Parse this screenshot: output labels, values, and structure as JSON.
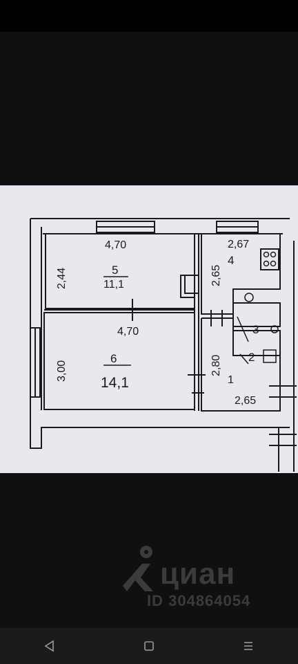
{
  "plan": {
    "room5": {
      "number": "5",
      "area": "11,1",
      "width": "4,70",
      "depth": "2,44"
    },
    "room6": {
      "number": "6",
      "area": "14,1",
      "width": "4,70",
      "depth": "3,00"
    },
    "room4": {
      "number": "4",
      "width": "2,67",
      "depth": "2,65"
    },
    "room3": {
      "number": "3"
    },
    "room2": {
      "number": "2"
    },
    "room1": {
      "number": "1",
      "width": "2,65",
      "depth": "2,80"
    }
  },
  "watermark": {
    "brand": "циан",
    "listing_id": "ID 304864054",
    "logo_icon": "location-pin-person-icon"
  },
  "navigation": {
    "back_icon": "back-triangle-icon",
    "home_icon": "home-square-icon",
    "recents_icon": "menu-lines-icon"
  },
  "colors": {
    "paper": "#e9e8ee",
    "ink": "#1a1a1a",
    "viewer_bg": "#101010",
    "nav_bg": "#1b1b1b",
    "watermark": "#3b3b3b"
  }
}
